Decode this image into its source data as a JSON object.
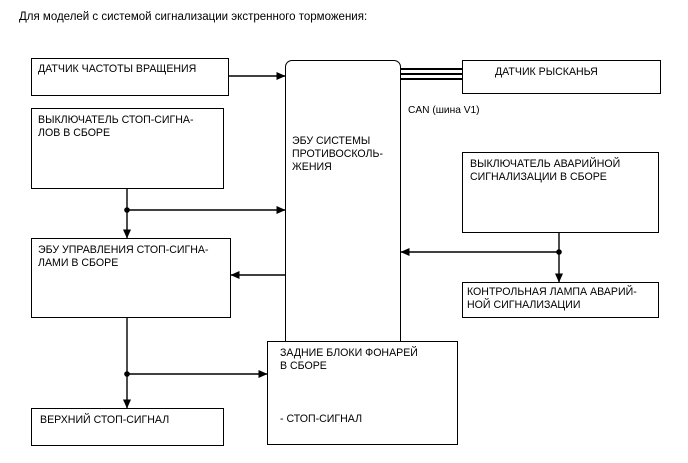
{
  "heading": "Для моделей с системой сигнализации экстренного торможения:",
  "blocks": {
    "speed_sensor": [
      "ДАТЧИК ЧАСТОТЫ ВРАЩЕНИЯ"
    ],
    "stop_switch": [
      "ВЫКЛЮЧАТЕЛЬ СТОП-СИГНА-",
      "ЛОВ В СБОРЕ"
    ],
    "brake_ecu": [
      "ЭБУ УПРАВЛЕНИЯ СТОП-СИГНА-",
      "ЛАМИ В СБОРЕ"
    ],
    "high_stop": [
      "ВЕРХНИЙ СТОП-СИГНАЛ"
    ],
    "abs_ecu": [
      "ЭБУ СИСТЕМЫ",
      "ПРОТИВОСКОЛЬ-",
      "ЖЕНИЯ"
    ],
    "yaw_sensor": [
      "ДАТЧИК РЫСКАНЬЯ"
    ],
    "hazard_switch": [
      "ВЫКЛЮЧАТЕЛЬ АВАРИЙНОЙ",
      "СИГНАЛИЗАЦИИ В СБОРЕ"
    ],
    "hazard_lamp": [
      "КОНТРОЛЬНАЯ ЛАМПА АВАРИЙ-",
      "НОЙ СИГНАЛИЗАЦИИ"
    ],
    "rear_lamps": [
      "ЗАДНИЕ БЛОКИ ФОНАРЕЙ",
      "В СБОРЕ"
    ],
    "rear_lamps_item": "- СТОП-СИГНАЛ"
  },
  "can_label": "CAN (шина V1)"
}
